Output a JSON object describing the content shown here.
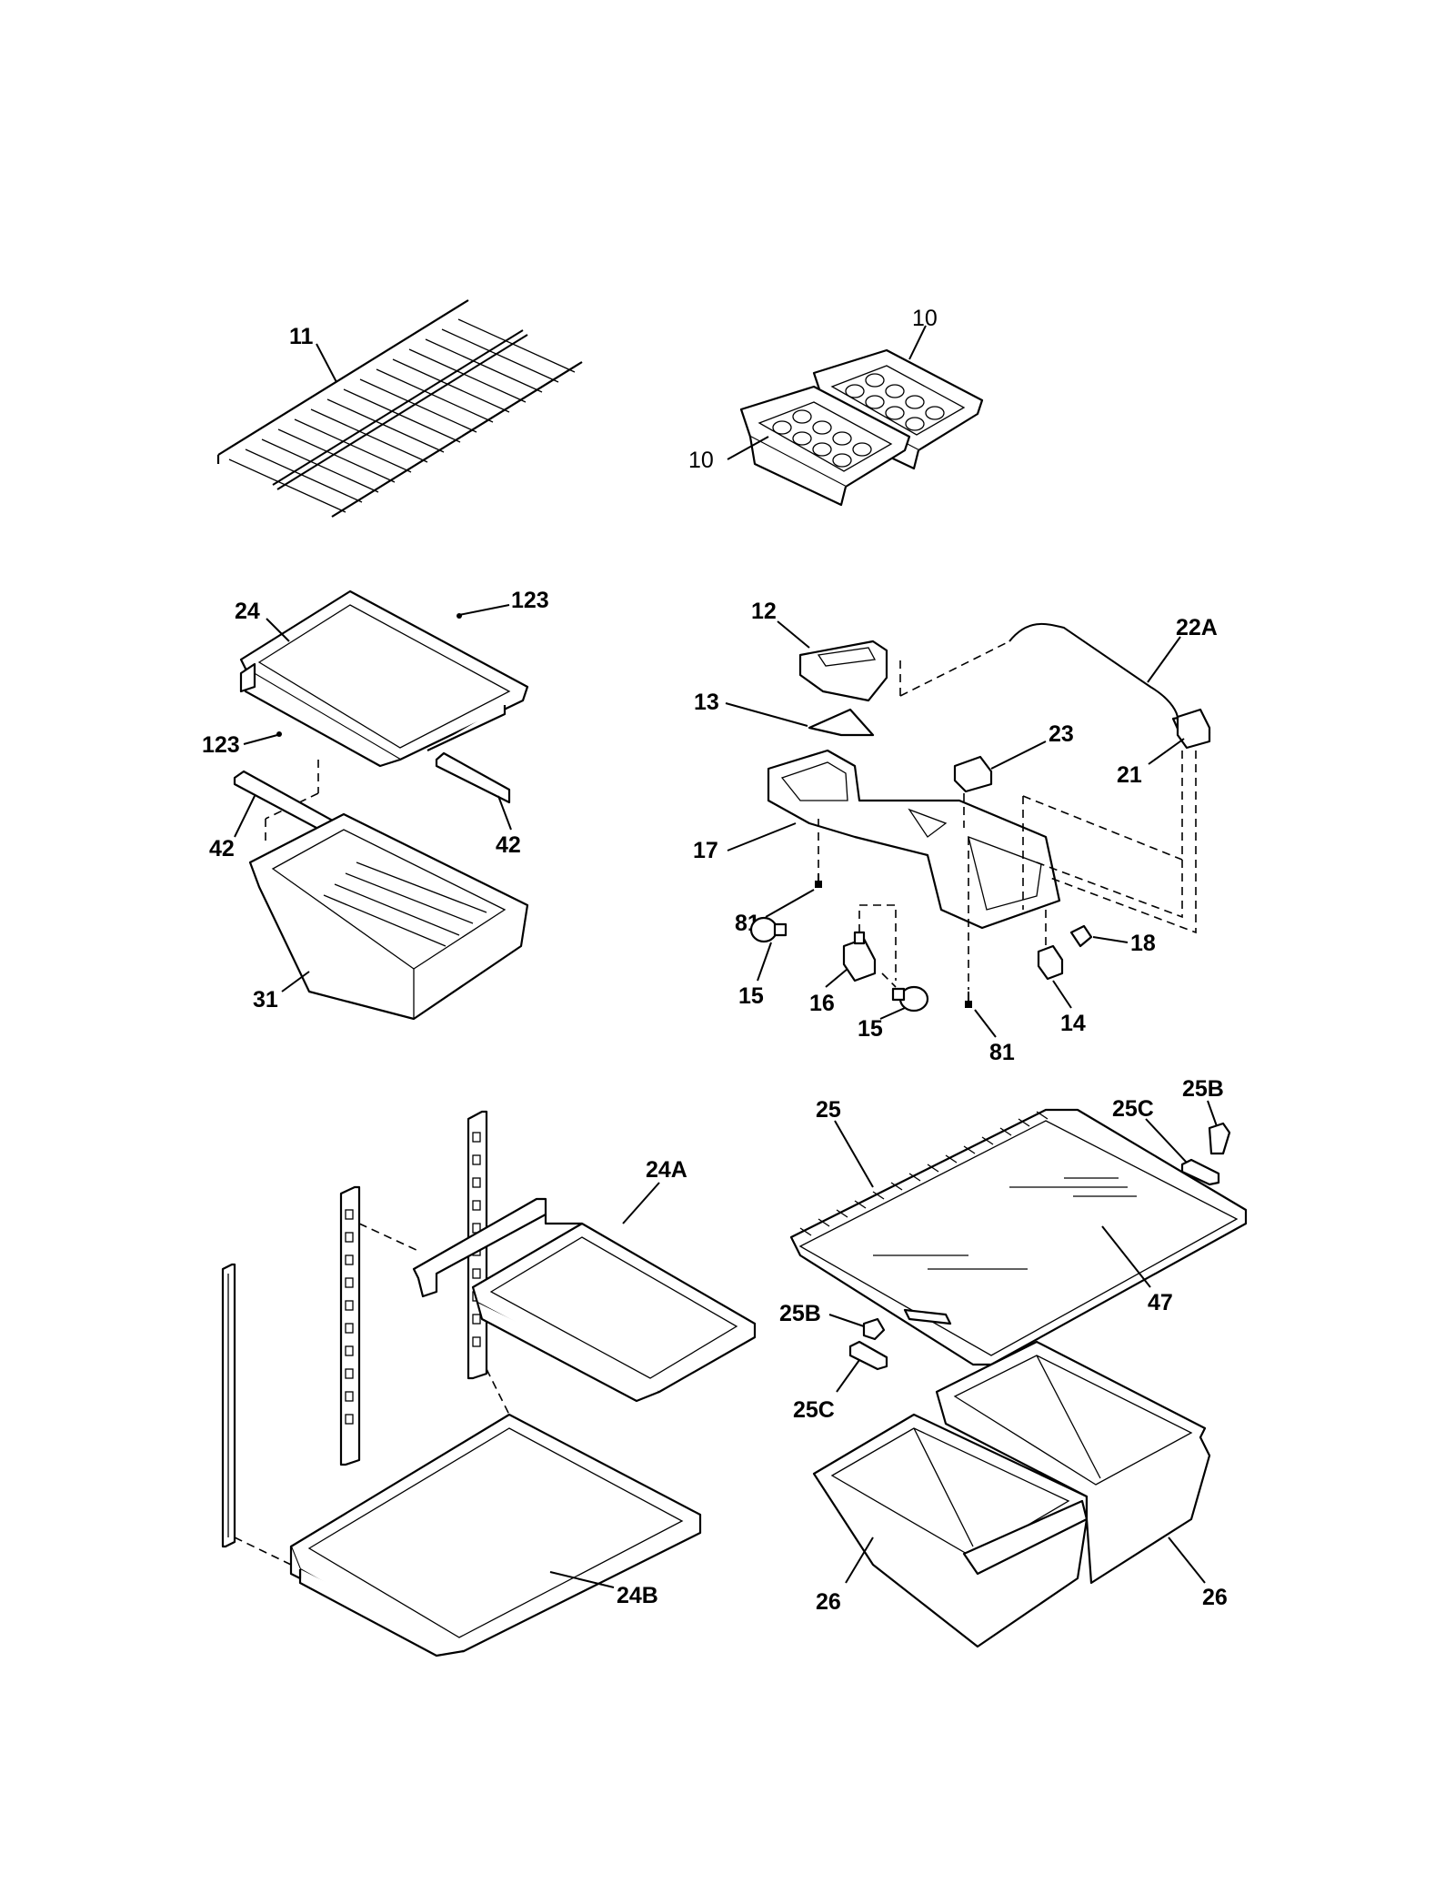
{
  "diagram": {
    "labels": {
      "l11": "11",
      "l10a": "10",
      "l10b": "10",
      "l24": "24",
      "l123a": "123",
      "l123b": "123",
      "l42a": "42",
      "l42b": "42",
      "l31": "31",
      "l12": "12",
      "l13": "13",
      "l22A": "22A",
      "l23": "23",
      "l21": "21",
      "l17": "17",
      "l81a": "81",
      "l81b": "81",
      "l18": "18",
      "l15a": "15",
      "l15b": "15",
      "l16": "16",
      "l14": "14",
      "l25": "25",
      "l25C1": "25C",
      "l25B1": "25B",
      "l47": "47",
      "l25B2": "25B",
      "l25C2": "25C",
      "l24A": "24A",
      "l24B": "24B",
      "l26a": "26",
      "l26b": "26"
    }
  }
}
